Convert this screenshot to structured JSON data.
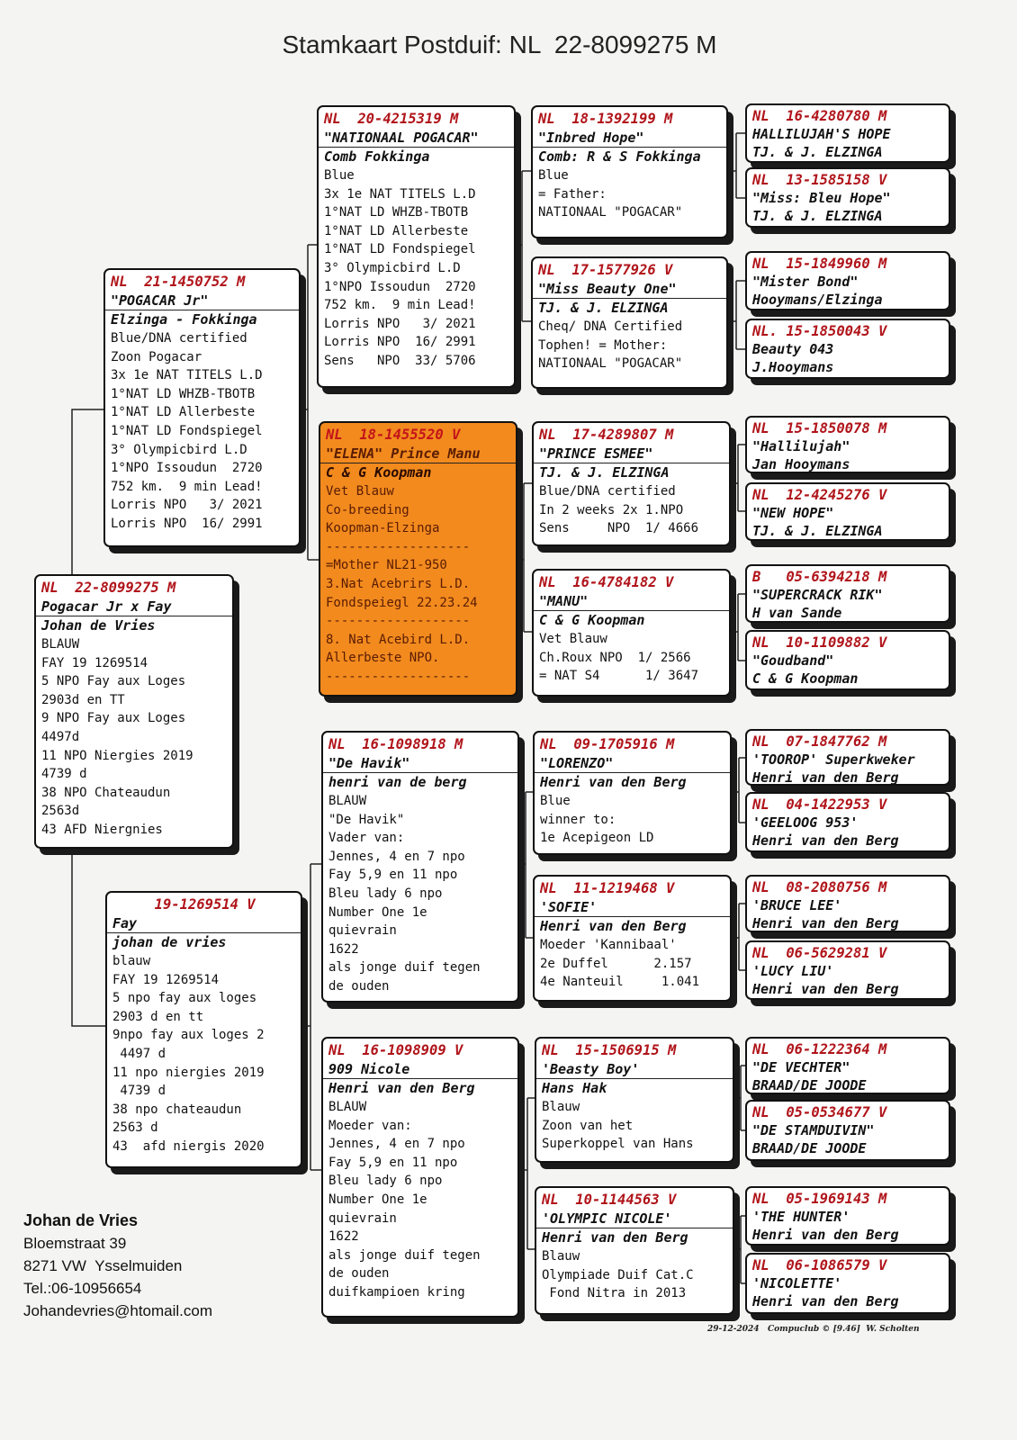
{
  "title": "Stamkaart Postduif: NL  22-8099275 M",
  "subject": {
    "ring": "NL  22-8099275 M",
    "name": "Pogacar Jr x Fay",
    "owner": "Johan de Vries",
    "lines": [
      "BLAUW",
      "FAY 19 1269514",
      "5 NPO Fay aux Loges",
      "2903d en TT",
      "9 NPO Fay aux Loges",
      "4497d",
      "11 NPO Niergies 2019",
      "4739 d",
      "38 NPO Chateaudun",
      "2563d",
      "43 AFD Niergnies"
    ]
  },
  "sire": {
    "ring": "NL  21-1450752 M",
    "name": "\"POGACAR Jr\"",
    "owner": "Elzinga - Fokkinga",
    "lines": [
      "Blue/DNA certified",
      "Zoon Pogacar",
      "3x 1e NAT TITELS L.D",
      "1°NAT LD WHZB-TBOTB",
      "1°NAT LD Allerbeste",
      "1°NAT LD Fondspiegel",
      "3° Olympicbird L.D",
      "1°NPO Issoudun  2720",
      "752 km.  9 min Lead!",
      "Lorris NPO   3/ 2021",
      "Lorris NPO  16/ 2991"
    ]
  },
  "dam": {
    "ring": "     19-1269514 V",
    "name": "Fay",
    "owner": "johan de vries",
    "lines": [
      "blauw",
      "FAY 19 1269514",
      "5 npo fay aux loges",
      "2903 d en tt",
      "9npo fay aux loges 2",
      " 4497 d",
      "11 npo niergies 2019",
      " 4739 d",
      "38 npo chateaudun",
      "2563 d",
      "43  afd niergis 2020"
    ]
  },
  "gen3": [
    {
      "ring": "NL  20-4215319 M",
      "name": "\"NATIONAAL POGACAR\"",
      "owner": "Comb Fokkinga",
      "lines": [
        "Blue",
        "3x 1e NAT TITELS L.D",
        "1°NAT LD WHZB-TBOTB",
        "1°NAT LD Allerbeste",
        "1°NAT LD Fondspiegel",
        "3° Olympicbird L.D",
        "1°NPO Issoudun  2720",
        "752 km.  9 min Lead!",
        "Lorris NPO   3/ 2021",
        "Lorris NPO  16/ 2991",
        "Sens   NPO  33/ 5706"
      ]
    },
    {
      "ring": "NL  18-1455520 V",
      "name": "\"ELENA\" Prince Manu",
      "owner": "C & G Koopman",
      "lines": [
        "Vet Blauw",
        "Co-breeding",
        "Koopman-Elzinga",
        "-------------------",
        "=Mother NL21-950",
        "3.Nat Acebrirs L.D.",
        "Fondspeiegl 22.23.24",
        "-------------------",
        "8. Nat Acebird L.D.",
        "Allerbeste NPO.",
        "-------------------"
      ]
    },
    {
      "ring": "NL  16-1098918 M",
      "name": "\"De Havik\"",
      "owner": "henri van de berg",
      "lines": [
        "BLAUW",
        "\"De Havik\"",
        "Vader van:",
        "Jennes, 4 en 7 npo",
        "Fay 5,9 en 11 npo",
        "Bleu lady 6 npo",
        "Number One 1e",
        "quievrain",
        "1622",
        "als jonge duif tegen",
        "de ouden"
      ]
    },
    {
      "ring": "NL  16-1098909 V",
      "name": "909 Nicole",
      "owner": "Henri van den Berg",
      "lines": [
        "BLAUW",
        "Moeder van:",
        "Jennes, 4 en 7 npo",
        "Fay 5,9 en 11 npo",
        "Bleu lady 6 npo",
        "Number One 1e",
        "quievrain",
        "1622",
        "als jonge duif tegen",
        "de ouden",
        "duifkampioen kring"
      ]
    }
  ],
  "gen4": [
    {
      "ring": "NL  18-1392199 M",
      "name": "\"Inbred Hope\"",
      "owner": "Comb: R & S Fokkinga",
      "lines": [
        "Blue",
        "= Father:",
        "NATIONAAL \"POGACAR\""
      ]
    },
    {
      "ring": "NL  17-1577926 V",
      "name": "\"Miss Beauty One\"",
      "owner": "TJ. & J. ELZINGA",
      "lines": [
        "Cheq/ DNA Certified",
        "Tophen! = Mother:",
        "NATIONAAL \"POGACAR\""
      ]
    },
    {
      "ring": "NL  17-4289807 M",
      "name": "\"PRINCE ESMEE\"",
      "owner": "TJ. & J. ELZINGA",
      "lines": [
        "Blue/DNA certified",
        "In 2 weeks 2x 1.NPO",
        "Sens     NPO  1/ 4666"
      ]
    },
    {
      "ring": "NL  16-4784182 V",
      "name": "\"MANU\"",
      "owner": "C & G Koopman",
      "lines": [
        "Vet Blauw",
        "Ch.Roux NPO  1/ 2566",
        "= NAT S4      1/ 3647"
      ]
    },
    {
      "ring": "NL  09-1705916 M",
      "name": "\"LORENZO\"",
      "owner": "Henri van den Berg",
      "lines": [
        "Blue",
        "winner to:",
        "1e Acepigeon LD"
      ]
    },
    {
      "ring": "NL  11-1219468 V",
      "name": "'SOFIE'",
      "owner": "Henri van den Berg",
      "lines": [
        "Moeder 'Kannibaal'",
        "2e Duffel      2.157",
        "4e Nanteuil     1.041"
      ]
    },
    {
      "ring": "NL  15-1506915 M",
      "name": "'Beasty Boy'",
      "owner": "Hans Hak",
      "lines": [
        "Blauw",
        "Zoon van het",
        "Superkoppel van Hans"
      ]
    },
    {
      "ring": "NL  10-1144563 V",
      "name": "'OLYMPIC NICOLE'",
      "owner": "Henri van den Berg",
      "lines": [
        "Blauw",
        "Olympiade Duif Cat.C",
        " Fond Nitra in 2013"
      ]
    }
  ],
  "gen5": [
    {
      "ring": "NL  16-4280780 M",
      "name": "HALLILUJAH'S HOPE",
      "owner": "TJ. & J. ELZINGA"
    },
    {
      "ring": "NL  13-1585158 V",
      "name": "\"Miss: Bleu Hope\"",
      "owner": "TJ. & J. ELZINGA"
    },
    {
      "ring": "NL  15-1849960 M",
      "name": "\"Mister Bond\"",
      "owner": "Hooymans/Elzinga"
    },
    {
      "ring": "NL. 15-1850043 V",
      "name": "Beauty 043",
      "owner": "J.Hooymans"
    },
    {
      "ring": "NL  15-1850078 M",
      "name": "\"Hallilujah\"",
      "owner": "Jan Hooymans"
    },
    {
      "ring": "NL  12-4245276 V",
      "name": "\"NEW HOPE\"",
      "owner": "TJ. & J. ELZINGA"
    },
    {
      "ring": "B   05-6394218 M",
      "name": "\"SUPERCRACK RIK\"",
      "owner": "H van Sande"
    },
    {
      "ring": "NL  10-1109882 V",
      "name": "\"Goudband\"",
      "owner": "C & G Koopman"
    },
    {
      "ring": "NL  07-1847762 M",
      "name": "'TOOROP' Superkweker",
      "owner": "Henri van den Berg"
    },
    {
      "ring": "NL  04-1422953 V",
      "name": "'GEELOOG 953'",
      "owner": "Henri van den Berg"
    },
    {
      "ring": "NL  08-2080756 M",
      "name": "'BRUCE LEE'",
      "owner": "Henri van den Berg"
    },
    {
      "ring": "NL  06-5629281 V",
      "name": "'LUCY LIU'",
      "owner": "Henri van den Berg"
    },
    {
      "ring": "NL  06-1222364 M",
      "name": "\"DE VECHTER\"",
      "owner": "BRAAD/DE JOODE"
    },
    {
      "ring": "NL  05-0534677 V",
      "name": "\"DE STAMDUIVIN\"",
      "owner": "BRAAD/DE JOODE"
    },
    {
      "ring": "NL  05-1969143 M",
      "name": "'THE HUNTER'",
      "owner": "Henri van den Berg"
    },
    {
      "ring": "NL  06-1086579 V",
      "name": "'NICOLETTE'",
      "owner": "Henri van den Berg"
    }
  ],
  "address": {
    "name": "Johan de Vries",
    "street": "Bloemstraat 39",
    "city": "8271 VW  Ysselmuiden",
    "phone": "Tel.:06-10956654",
    "email": "Johandevries@htomail.com"
  },
  "footer": "29-12-2024   Compuclub © [9.46]  W. Scholten",
  "colors": {
    "ring": "#b0141a",
    "highlight": "#f28a1e"
  }
}
